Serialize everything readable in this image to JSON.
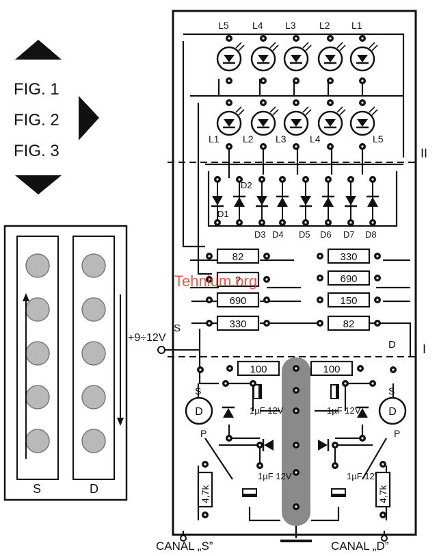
{
  "figure_labels": [
    "FIG. 1",
    "FIG. 2",
    "FIG. 3"
  ],
  "arrow_icons": [
    "arrow-up-icon",
    "arrow-right-icon",
    "arrow-down-icon"
  ],
  "panel": {
    "column_left": "S",
    "column_right": "D",
    "leds_per_column": 5
  },
  "leds_top": [
    "L5",
    "L4",
    "L3",
    "L2",
    "L1"
  ],
  "leds_bottom": [
    "L1",
    "L2",
    "L3",
    "L4",
    "L5"
  ],
  "diodes": [
    "D1",
    "D2",
    "D3",
    "D4",
    "D5",
    "D6",
    "D7",
    "D8"
  ],
  "resistors_left": [
    "82",
    "?",
    "690",
    "330"
  ],
  "resistors_right": [
    "330",
    "690",
    "150",
    "82"
  ],
  "resistors_mid": [
    "100",
    "100"
  ],
  "resistors_bottom": [
    "4,7k",
    "4,7k"
  ],
  "caps_mid": [
    "1µF 12V",
    "1µF 12V"
  ],
  "caps_bottom": [
    "1µF 12V",
    "1µF 12V"
  ],
  "supply": "+9÷12V",
  "section_marks": [
    "II",
    "I"
  ],
  "pin_letters": {
    "s": "S",
    "d": "D",
    "p": "P"
  },
  "inputs": [
    "CANAL „S”",
    "CANAL „D”"
  ],
  "watermark": "Tehnium.org",
  "colors": {
    "ink": "#111111",
    "ground_bar": "#8a8a8a",
    "dot": "#b9b9b9",
    "watermark": "#e0412f"
  }
}
